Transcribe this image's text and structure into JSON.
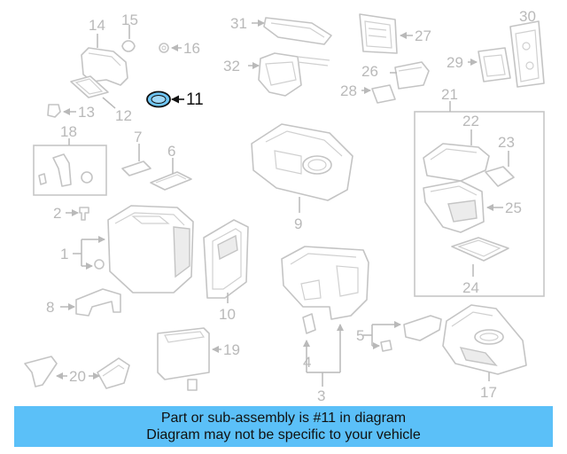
{
  "diagram": {
    "highlight_part": "11",
    "highlight_color": "#6ec6f5",
    "labels": {
      "p1": "1",
      "p2": "2",
      "p3": "3",
      "p4": "4",
      "p5": "5",
      "p6": "6",
      "p7": "7",
      "p8": "8",
      "p9": "9",
      "p10": "10",
      "p11": "11",
      "p12": "12",
      "p13": "13",
      "p14": "14",
      "p15": "15",
      "p16": "16",
      "p17": "17",
      "p18": "18",
      "p19": "19",
      "p20": "20",
      "p21": "21",
      "p22": "22",
      "p23": "23",
      "p24": "24",
      "p25": "25",
      "p26": "26",
      "p27": "27",
      "p28": "28",
      "p29": "29",
      "p30": "30",
      "p31": "31",
      "p32": "32"
    }
  },
  "banner": {
    "line1": "Part or sub-assembly is #11 in diagram",
    "line2": "Diagram may not be specific to your vehicle",
    "background": "#5bc0f8"
  }
}
